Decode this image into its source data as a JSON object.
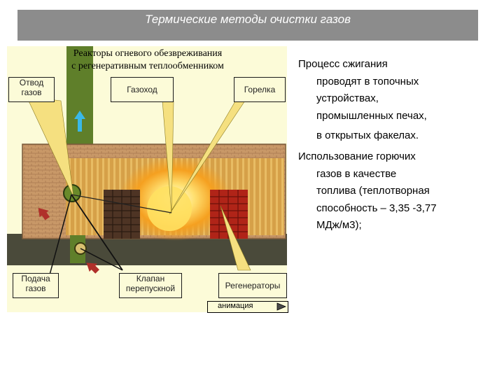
{
  "title": "Термические методы очистки газов",
  "diagram": {
    "heading_lines": [
      "Реакторы огневого обезвреживания",
      "с регенеративным теплообменником"
    ],
    "labels": {
      "exhaust": [
        "Отвод",
        "газов"
      ],
      "flue": "Газоход",
      "burner": "Горелка",
      "supply": [
        "Подача",
        "газов"
      ],
      "valve": [
        "Клапан",
        "перепускной"
      ],
      "regenerators": "Регенераторы"
    },
    "animation_button": "анимация",
    "play_icon": "play-triangle-icon"
  },
  "text": {
    "paragraph1": [
      "Процесс сжигания",
      "проводят в топочных",
      "устройствах,",
      "промышленных печах,",
      "в открытых факелах."
    ],
    "paragraph2": [
      "Использование горючих",
      "газов в качестве",
      "топлива (теплотворная",
      "способность – 3,35 -3,77",
      "МДж/м3);"
    ]
  },
  "colors": {
    "title_bar": "#8c8c8c",
    "diagram_bg": "#fcfbd8",
    "brick": "#c89868",
    "chamber": "#e8ce8a",
    "regenerator_dark": "#5a3a2a",
    "regenerator_red": "#b02418",
    "flame": "#f5a020",
    "pipe": "#5f7f2a"
  }
}
